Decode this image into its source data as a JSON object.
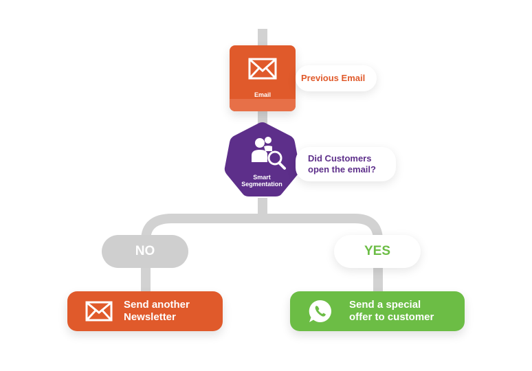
{
  "colors": {
    "orange": "#e05a2b",
    "purple": "#5d2f8a",
    "green": "#6cbd45",
    "connector_gray": "#d2d2d2"
  },
  "email_node": {
    "label": "Email",
    "icon": "envelope-icon"
  },
  "previous_email": {
    "text": "Previous Email"
  },
  "segmentation_node": {
    "line1": "Smart",
    "line2": "Segmentation",
    "icon": "users-search-icon"
  },
  "question": {
    "line1": "Did Customers",
    "line2": "open the email?"
  },
  "branches": {
    "no": {
      "label": "NO",
      "action": {
        "line1": "Send another",
        "line2": "Newsletter",
        "icon": "envelope-icon"
      }
    },
    "yes": {
      "label": "YES",
      "action": {
        "line1": "Send a special",
        "line2": "offer to customer",
        "icon": "whatsapp-icon"
      }
    }
  }
}
